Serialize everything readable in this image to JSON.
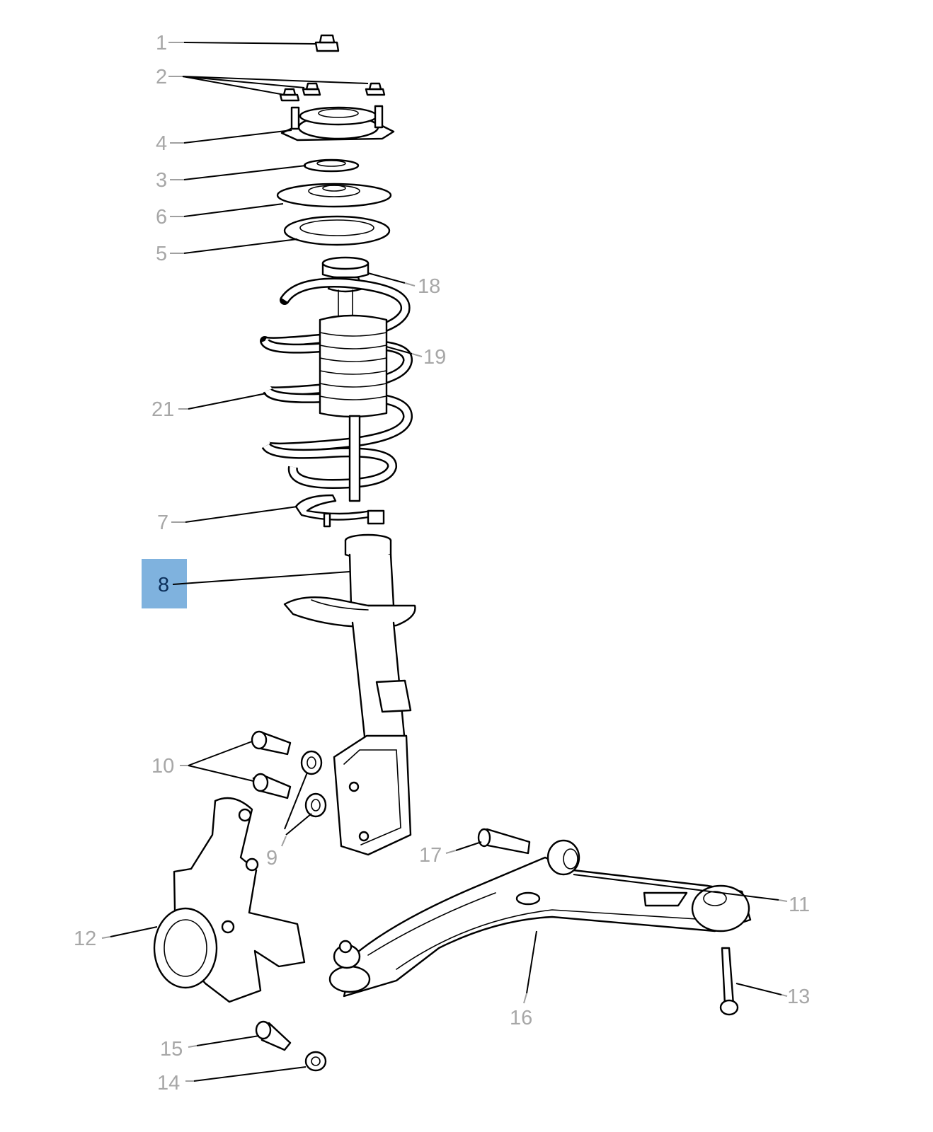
{
  "callouts": {
    "c1": "1",
    "c2": "2",
    "c3": "3",
    "c4": "4",
    "c5": "5",
    "c6": "6",
    "c7": "7",
    "c8": "8",
    "c9": "9",
    "c10": "10",
    "c11": "11",
    "c12": "12",
    "c13": "13",
    "c14": "14",
    "c15": "15",
    "c16": "16",
    "c17": "17",
    "c18": "18",
    "c19": "19",
    "c21": "21"
  },
  "highlighted_callout": "8",
  "colors": {
    "highlight_fill": "#7fb2de",
    "callout_text": "#a7a7a7",
    "line_art": "#000000"
  }
}
